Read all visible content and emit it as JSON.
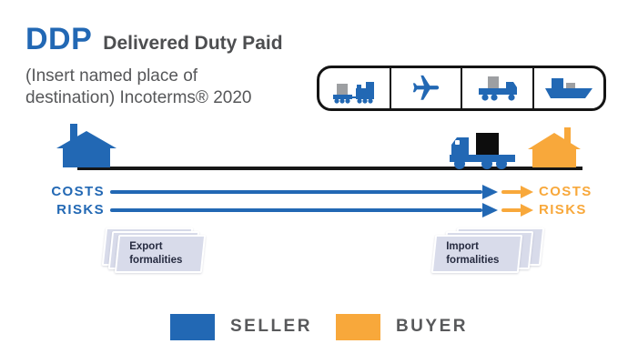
{
  "header": {
    "code": "DDP",
    "title": "Delivered Duty Paid",
    "subtitle_line1": "(Insert named place of",
    "subtitle_line2": "destination) Incoterms® 2020"
  },
  "transport_modes": {
    "items": [
      {
        "icon": "train-icon"
      },
      {
        "icon": "plane-icon"
      },
      {
        "icon": "truck-icon"
      },
      {
        "icon": "ship-icon"
      }
    ]
  },
  "timeline_icons": {
    "seller_location": "factory-icon",
    "delivery": "delivery-truck-icon",
    "buyer_location": "warehouse-icon"
  },
  "arrows": {
    "costs": {
      "left_label": "COSTS",
      "right_label": "COSTS"
    },
    "risks": {
      "left_label": "RISKS",
      "right_label": "RISKS"
    }
  },
  "documents": {
    "export": {
      "line1": "Export",
      "line2": "formalities"
    },
    "import": {
      "line1": "Import",
      "line2": "formalities"
    }
  },
  "legend": {
    "seller_label": "SELLER",
    "buyer_label": "BUYER"
  },
  "colors": {
    "seller_blue": "#2268B4",
    "buyer_orange": "#F8A83B",
    "title_gray": "#4D4E50",
    "doc_fill": "#D8DBEA",
    "ground_black": "#161616"
  }
}
